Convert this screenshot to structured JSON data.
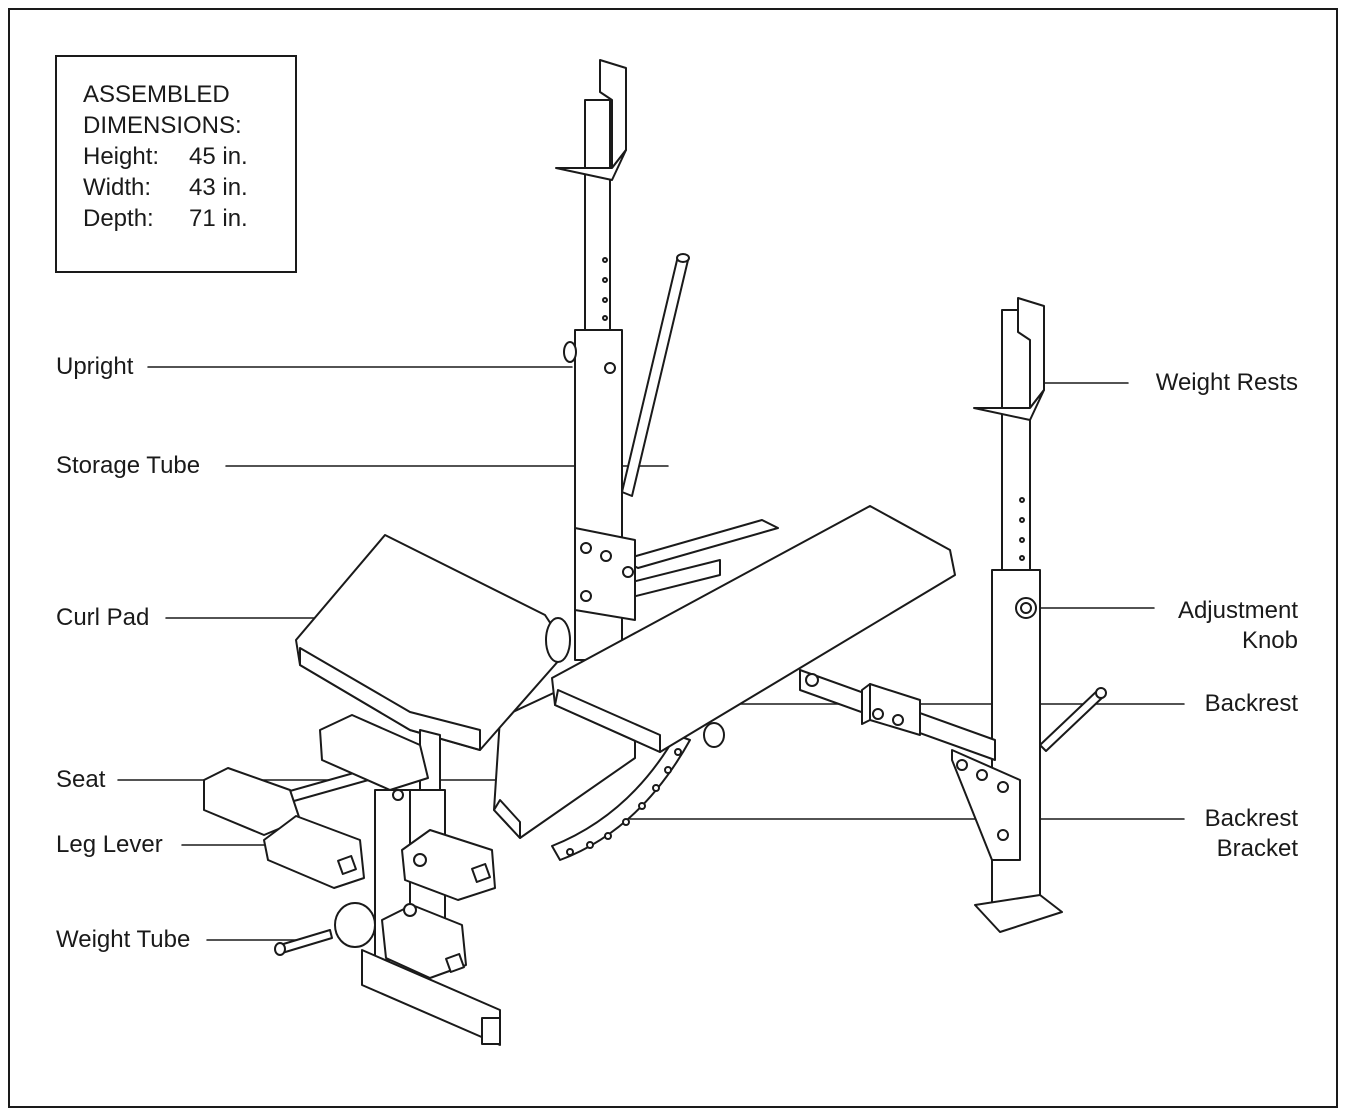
{
  "dimensions_box": {
    "title_line1": "ASSEMBLED",
    "title_line2": "DIMENSIONS:",
    "rows": [
      {
        "key": "Height:",
        "value": "45 in."
      },
      {
        "key": "Width:",
        "value": "43 in."
      },
      {
        "key": "Depth:",
        "value": "71 in."
      }
    ]
  },
  "labels": {
    "upright": "Upright",
    "storage_tube": "Storage Tube",
    "curl_pad": "Curl Pad",
    "seat": "Seat",
    "leg_lever": "Leg Lever",
    "weight_tube": "Weight Tube",
    "weight_rests": "Weight Rests",
    "adjustment_knob_line1": "Adjustment",
    "adjustment_knob_line2": "Knob",
    "backrest": "Backrest",
    "backrest_bracket_line1": "Backrest",
    "backrest_bracket_line2": "Bracket"
  },
  "colors": {
    "line": "#1a1a1a",
    "fill": "#ffffff"
  }
}
